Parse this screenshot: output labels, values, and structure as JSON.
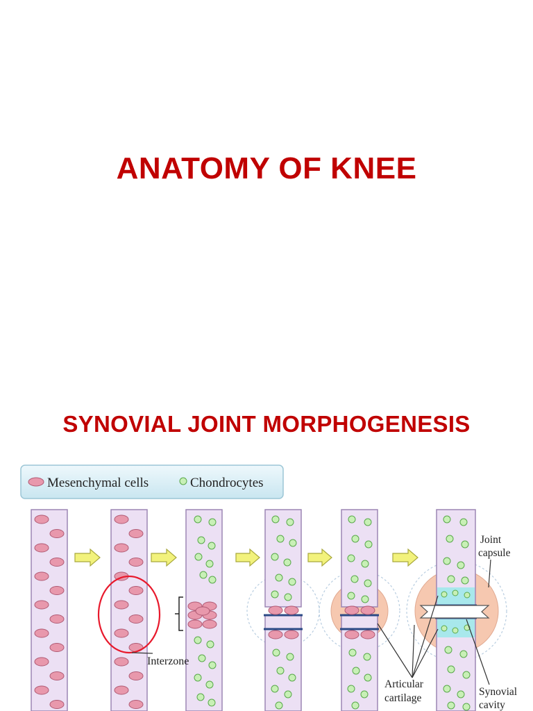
{
  "slide": {
    "title": "ANATOMY OF KNEE",
    "subtitle": "SYNOVIAL JOINT MORPHOGENESIS"
  },
  "diagram": {
    "legend": {
      "mesenchymal": "Mesenchymal cells",
      "chondrocytes": "Chondrocytes"
    },
    "labels": {
      "interzone": "Interzone",
      "joint_capsule_line1": "Joint",
      "joint_capsule_line2": "capsule",
      "articular_line1": "Articular",
      "articular_line2": "cartilage",
      "synovial_line1": "Synovial",
      "synovial_line2": "cavity"
    }
  },
  "colors": {
    "title": "#c00000",
    "rod_fill": "#ece0f4",
    "rod_stroke": "#9c86b4",
    "mesenchymal_fill": "#e898ac",
    "mesenchymal_stroke": "#b05a74",
    "chondrocyte_fill": "#c8f0b6",
    "chondrocyte_stroke": "#58a84a",
    "arrow_fill": "#f2f27c",
    "arrow_stroke": "#a8a83c",
    "interzone_circle": "#e8192c",
    "capsule_fill": "#f6c8b0",
    "cartilage_fill": "#a8e8ec",
    "line_blue": "#2c4a86"
  }
}
